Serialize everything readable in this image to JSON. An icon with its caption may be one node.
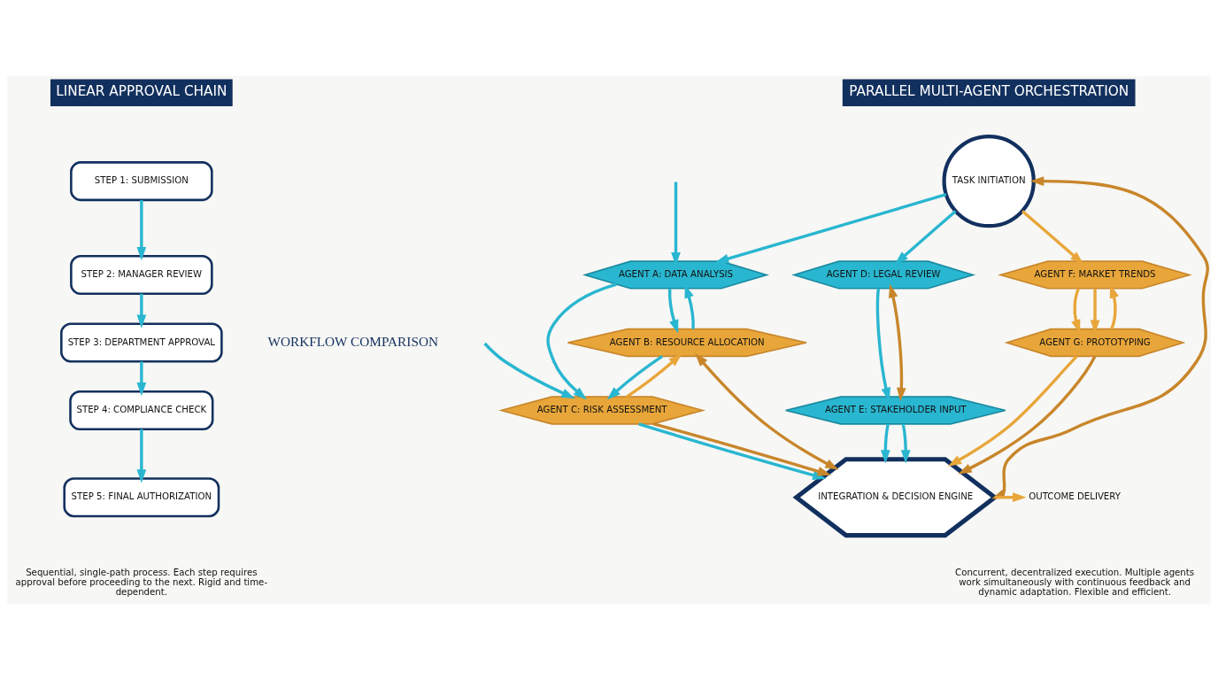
{
  "diagram": {
    "nodes": [
      {
        "text": [
          "STEP 1: SUBMISSION"
        ]
      },
      {
        "text": [
          "STEP 2: MANAGER REVIEW"
        ]
      },
      {
        "text": [
          "STEP 3: DEPARTMENT APPROVAL"
        ]
      },
      {
        "text": [
          "STEP 4: COMPLIANCE CHECK"
        ]
      },
      {
        "text": [
          "STEP 5: FINAL AUTHORIZATION"
        ]
      },
      {
        "text": [
          "TASK INITIATION"
        ]
      },
      {
        "text": [
          "AGENT A: DATA ANALYSIS"
        ]
      },
      {
        "text": [
          "AGENT B: RESOURCE ALLOCATION"
        ]
      },
      {
        "text": [
          "AGENT C: RISK ASSESSMENT"
        ]
      },
      {
        "text": [
          "AGENT D: LEGAL REVIEW"
        ]
      },
      {
        "text": [
          "AGENT E: STAKEHOLDER INPUT"
        ]
      },
      {
        "text": [
          "AGENT F: MARKET TRENDS"
        ]
      },
      {
        "text": [
          "AGENT G: PROTOTYPING"
        ]
      },
      {
        "text": [
          "INTEGRATION & DECISION ENGINE"
        ]
      },
      {
        "text": [
          "OUTCOME DELIVERY"
        ]
      }
    ],
    "edges": [
      {
        "from": 0,
        "to": 1,
        "arrow": "to"
      },
      {
        "from": 1,
        "to": 2,
        "arrow": "to"
      },
      {
        "from": 2,
        "to": 3,
        "arrow": "to"
      },
      {
        "from": 3,
        "to": 4,
        "arrow": "to"
      },
      {
        "from": 5,
        "to": 6,
        "arrow": "to"
      },
      {
        "from": 5,
        "to": 9,
        "arrow": "to"
      },
      {
        "from": 5,
        "to": 11,
        "arrow": "to",
        "color": "#e8a63a"
      },
      {
        "from": null,
        "to": 6,
        "arrow": "to"
      },
      {
        "from": null,
        "to": 8,
        "arrow": "to"
      },
      {
        "from": 6,
        "to": 7,
        "arrow": "to"
      },
      {
        "from": 6,
        "to": 8,
        "arrow": "to"
      },
      {
        "from": 7,
        "to": 6,
        "arrow": "to"
      },
      {
        "from": 8,
        "to": 7,
        "arrow": "to",
        "color": "#e8a63a"
      },
      {
        "from": 7,
        "to": 8,
        "arrow": "to"
      },
      {
        "from": 7,
        "to": 13,
        "arrow": "both",
        "color": "#c8862a"
      },
      {
        "from": 8,
        "to": 13,
        "arrow": "to"
      },
      {
        "from": 8,
        "to": 13,
        "arrow": "to",
        "color": "#c8862a"
      },
      {
        "from": 9,
        "to": 10,
        "arrow": "to"
      },
      {
        "from": 9,
        "to": 10,
        "arrow": "both",
        "color": "#c8862a"
      },
      {
        "from": 10,
        "to": 13,
        "arrow": "to"
      },
      {
        "from": 10,
        "to": 13,
        "arrow": "to"
      },
      {
        "from": 11,
        "to": 12,
        "arrow": "to",
        "color": "#e8a63a"
      },
      {
        "from": 11,
        "to": 12,
        "arrow": "to",
        "color": "#e8a63a"
      },
      {
        "from": 12,
        "to": 11,
        "arrow": "to",
        "color": "#e8a63a"
      },
      {
        "from": 12,
        "to": 13,
        "arrow": "to",
        "color": "#e8a63a"
      },
      {
        "from": 12,
        "to": 13,
        "arrow": "to",
        "color": "#c8862a"
      },
      {
        "from": 5,
        "to": 13,
        "arrow": "both",
        "color": "#c8862a"
      },
      {
        "from": 13,
        "to": 14,
        "arrow": "to",
        "color": "#e8a63a"
      }
    ],
    "labels": [
      "LINEAR APPROVAL CHAIN",
      "PARALLEL MULTI-AGENT ORCHESTRATION",
      "WORKFLOW COMPARISON",
      "Sequential, single-path process. Each step requires approval before proceeding to the next. Rigid and time-dependent.",
      "Concurrent, decentralized execution. Multiple agents work simultaneously with continuous feedback and dynamic adaptation. Flexible and efficient."
    ]
  }
}
